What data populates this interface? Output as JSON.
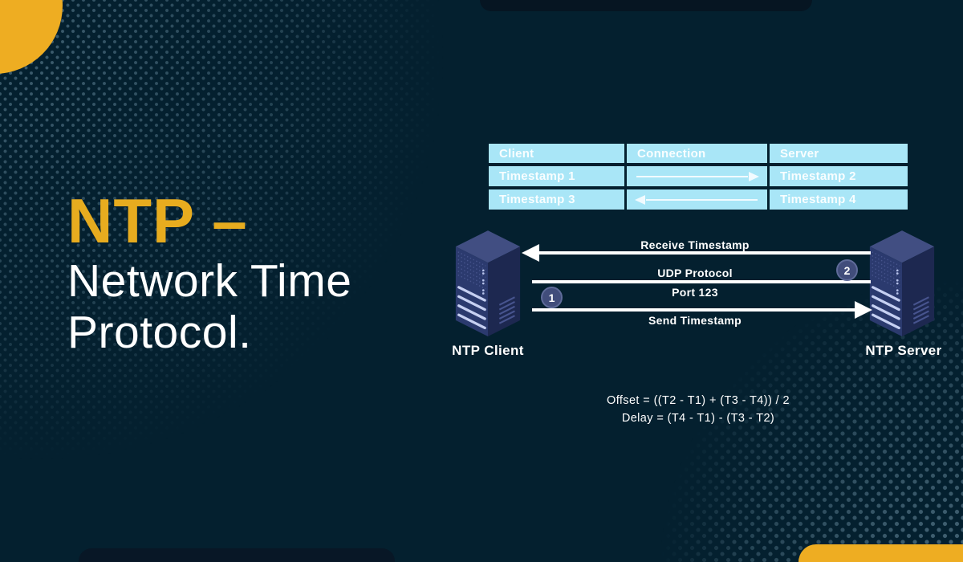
{
  "title": {
    "highlight": "NTP –",
    "line1": "Network Time",
    "line2": "Protocol."
  },
  "table": {
    "headers": [
      "Client",
      "Connection",
      "Server"
    ],
    "rows": [
      {
        "client": "Timestamp 1",
        "direction": "right",
        "server": "Timestamp 2"
      },
      {
        "client": "Timestamp 3",
        "direction": "left",
        "server": "Timestamp 4"
      }
    ]
  },
  "diagram": {
    "client_label": "NTP Client",
    "server_label": "NTP Server",
    "receive_label": "Receive Timestamp",
    "protocol_label": "UDP Protocol",
    "port_label": "Port 123",
    "send_label": "Send Timestamp",
    "badge_1": "1",
    "badge_2": "2"
  },
  "formulas": {
    "offset": "Offset = ((T2 - T1) + (T3 - T4)) / 2",
    "delay": "Delay = (T4 - T1) - (T3 - T2)"
  },
  "colors": {
    "background": "#04202f",
    "accent_yellow": "#e7ac1f",
    "table_cell_blue": "#a9e6f7",
    "server_front": "#2b3a6e",
    "badge_fill": "#414d7b",
    "text_white": "#ffffff"
  }
}
